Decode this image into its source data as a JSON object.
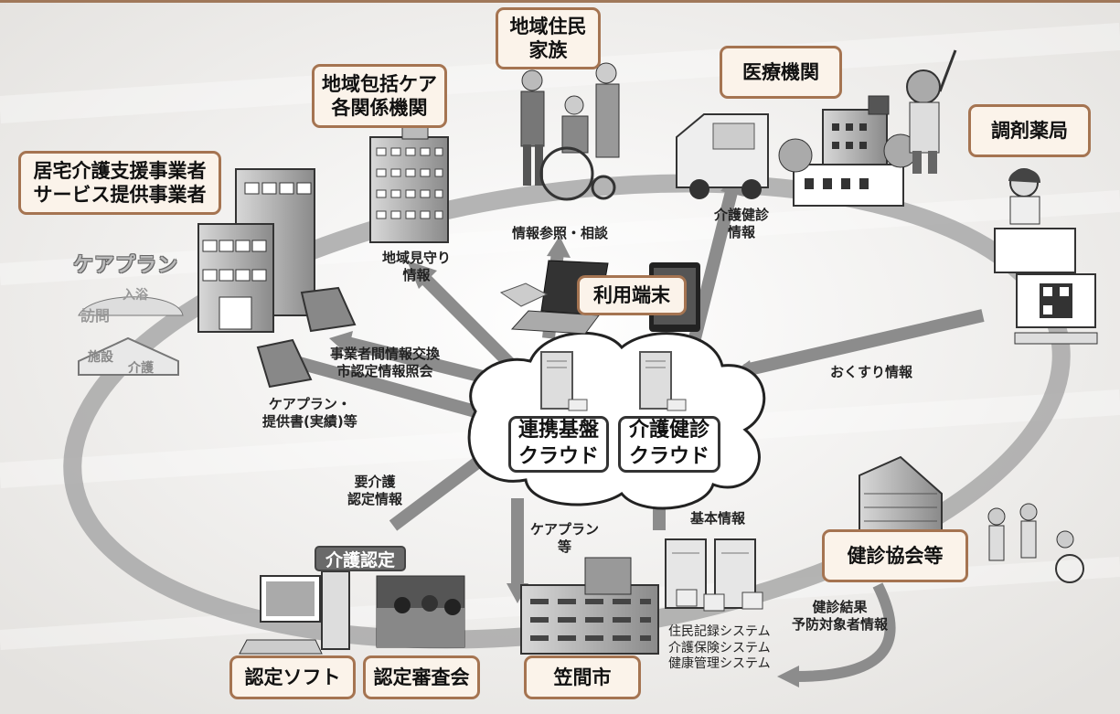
{
  "boxes": {
    "kyotaku": {
      "line1": "居宅介護支援事業者",
      "line2": "サービス提供事業者"
    },
    "houkatsu": {
      "line1": "地域包括ケア",
      "line2": "各関係機関"
    },
    "jumin": {
      "line1": "地域住民",
      "line2": "家族"
    },
    "iryo": {
      "line1": "医療機関"
    },
    "yakkyoku": {
      "line1": "調剤薬局"
    },
    "riyou": {
      "line1": "利用端末"
    },
    "kenshin_kyokai": {
      "line1": "健診協会等"
    },
    "nintei_soft": {
      "line1": "認定ソフト"
    },
    "nintei_shinsa": {
      "line1": "認定審査会"
    },
    "kasama": {
      "line1": "笠間市"
    }
  },
  "clouds": {
    "renkei": {
      "line1": "連携基盤",
      "line2": "クラウド"
    },
    "kaigo_kenshin": {
      "line1": "介護健診",
      "line2": "クラウド"
    }
  },
  "labels": {
    "mimamori": {
      "line1": "地域見守り",
      "line2": "情報"
    },
    "sansho": {
      "line1": "情報参照・相談"
    },
    "kaigo_kenshin_info": {
      "line1": "介護健診",
      "line2": "情報"
    },
    "jigyosha": {
      "line1": "事業者間情報交換",
      "line2": "市認定情報照会"
    },
    "careplan_teikyo": {
      "line1": "ケアプラン・",
      "line2": "提供書(実績)等"
    },
    "okusuri": {
      "line1": "おくすり情報"
    },
    "yokaigo": {
      "line1": "要介護",
      "line2": "認定情報"
    },
    "careplan_to": {
      "line1": "ケアプラン",
      "line2": "等"
    },
    "kihon": {
      "line1": "基本情報"
    },
    "kenshin_kekka": {
      "line1": "健診結果",
      "line2": "予防対象者情報"
    },
    "systems": {
      "line1": "住民記録システム",
      "line2": "介護保険システム",
      "line3": "健康管理システム"
    }
  },
  "illustration_text": {
    "careplan_logo": "ケアプラン",
    "houmon": "訪問",
    "nyuyoku": "入浴",
    "shisetsu": "施設",
    "kaigo": "介護",
    "kaigo_nintei_badge": "介護認定"
  },
  "colors": {
    "box_border": "#a57451",
    "box_fill": "#fbf3ea",
    "arrow": "#8c8c8c",
    "ring": "#a8a8a8"
  }
}
